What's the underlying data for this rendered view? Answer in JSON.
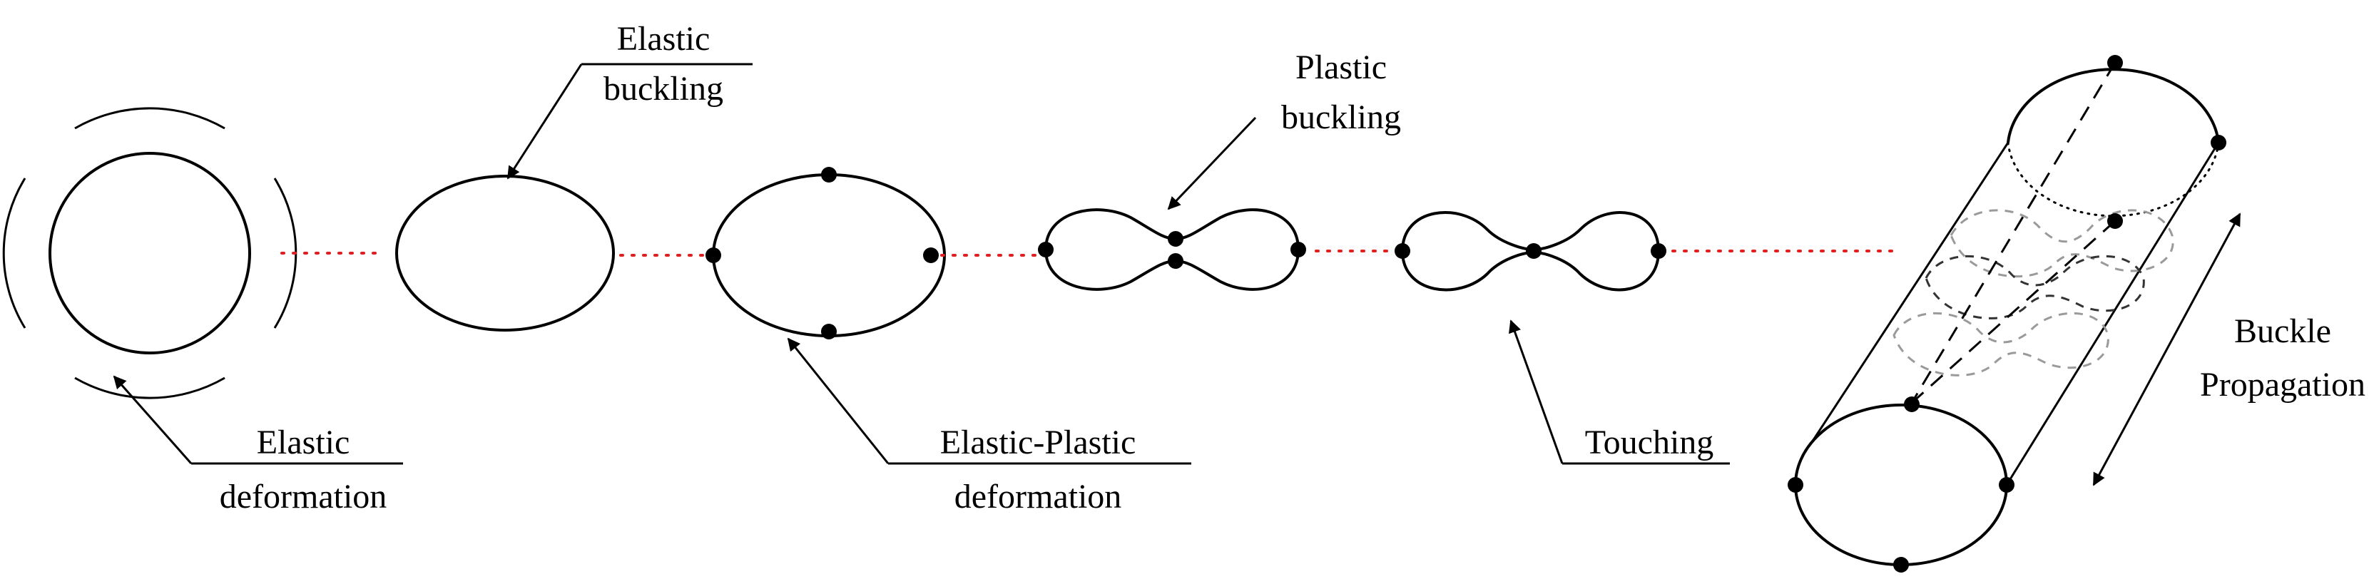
{
  "labels": {
    "elastic_deformation": [
      "Elastic",
      "deformation"
    ],
    "elastic_buckling": [
      "Elastic",
      "buckling"
    ],
    "elastic_plastic_deformation": [
      "Elastic-Plastic",
      "deformation"
    ],
    "plastic_buckling": [
      "Plastic",
      "buckling"
    ],
    "touching": [
      "Touching"
    ],
    "buckle_propagation": [
      "Buckle",
      "Propagation"
    ]
  },
  "colors": {
    "stroke": "#000000",
    "connector_dots": "#e02020",
    "hidden_profile": "#9a9a9a"
  }
}
